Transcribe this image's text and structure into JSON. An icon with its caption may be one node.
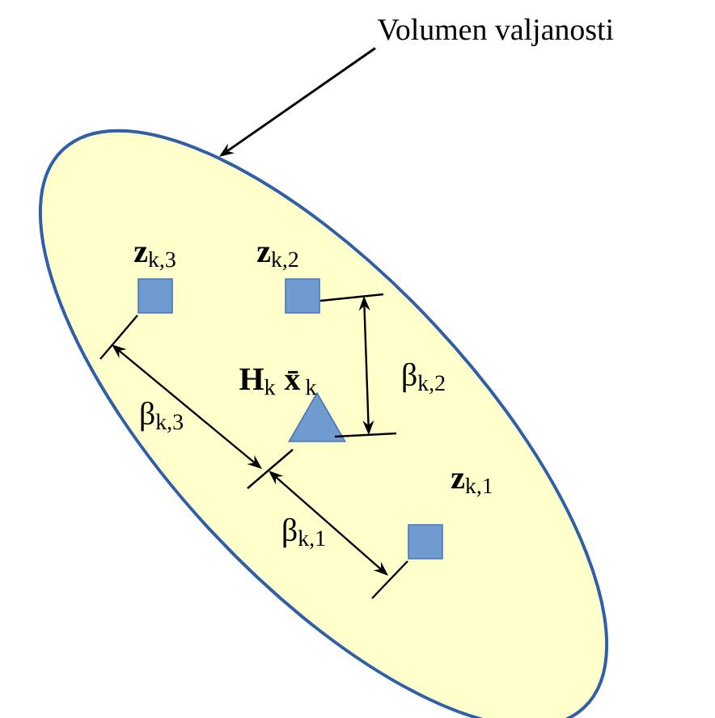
{
  "diagram": {
    "nodes": [
      {
        "text": [
          "Volumen valjanosti"
        ]
      },
      {
        "text": [],
        "shape": "ellipse"
      },
      {
        "text": [
          "**z**$_{k,3}$"
        ],
        "in": 1
      },
      {
        "text": [
          "**z**$_{k,2}$"
        ],
        "in": 1
      },
      {
        "text": [
          "**H**$_{k}$ **x̄**$_{k}$"
        ],
        "in": 1
      },
      {
        "text": [
          "**z**$_{k,1}$"
        ],
        "in": 1
      }
    ],
    "edges": [
      {
        "from": 0,
        "to": 1,
        "arrow": "to"
      }
    ],
    "labels": [
      "β$_{k,3}$",
      "β$_{k,2}$",
      "β$_{k,1}$"
    ]
  }
}
